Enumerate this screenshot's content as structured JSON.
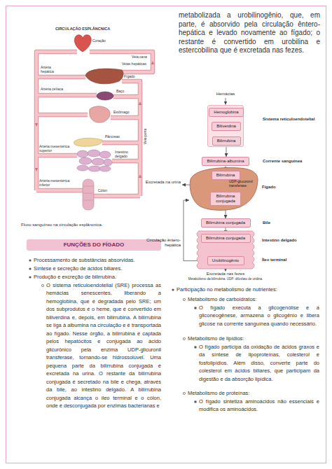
{
  "diagram": {
    "nodes": [
      {
        "text": [
          "Sistema reticuloendotelial"
        ]
      },
      {
        "text": [
          "Hemoglobina"
        ],
        "in": 0
      },
      {
        "text": [
          "Biliverdina"
        ],
        "in": 0
      },
      {
        "text": [
          "Bilirrubina"
        ],
        "in": 0
      },
      {
        "text": [
          "Bilirrubina-albumina",
          "Corrente sanguínea"
        ]
      },
      {
        "text": [
          "Fígado"
        ]
      },
      {
        "text": [
          "Bilirrubina"
        ],
        "in": 5
      },
      {
        "text": [
          "Bilirrubina conjugada"
        ],
        "in": 5
      },
      {
        "text": [
          "Bilirrubina conjugada",
          "Bile"
        ]
      },
      {
        "text": [
          "Intestino delgado"
        ]
      },
      {
        "text": [
          "Bilirrubina conjugada"
        ],
        "in": 9
      },
      {
        "text": [
          "Urobilinogênio"
        ],
        "in": 9
      },
      {
        "text": [
          "FUNÇÕES DO FÍGADO"
        ]
      }
    ],
    "edges": [
      {
        "from": 1,
        "to": 2,
        "arrow": "to"
      },
      {
        "from": 2,
        "to": 3,
        "arrow": "to"
      },
      {
        "from": 3,
        "to": 4,
        "arrow": "to"
      },
      {
        "from": 4,
        "to": 6,
        "arrow": "to"
      },
      {
        "from": 6,
        "to": 7,
        "label": "UDP-glucoronil transferase",
        "arrow": "to"
      },
      {
        "from": 7,
        "to": 8,
        "arrow": "to"
      },
      {
        "from": 8,
        "to": 10,
        "arrow": "to"
      },
      {
        "from": 10,
        "to": 11,
        "arrow": "to"
      },
      {
        "from": 11,
        "to": 5,
        "label": "Circulação êntero-hepática",
        "arrow": "to"
      }
    ],
    "labels": [
      "CIRCULAÇÃO ESPLÂNCNICA",
      "Coração",
      "Veia cava",
      "Veias hepáticas",
      "Artéria hepática",
      "Fígado",
      "Artéria celíaca",
      "Baço",
      "Estômago",
      "Veia porta",
      "Pâncreas",
      "Artéria mesentérica superior",
      "Intestino delgado",
      "Artéria mesentérica inferior",
      "Cólon",
      "Fluxo sanguíneo na circulação esplâncnica.",
      "metabolizada a urobilinogênio, que, em parte, é absorvido pela circulação êntero-hepática e levado novamente ao fígado; o restante é convertido em urobilina e estercobilina que é excretada nas fezes.",
      "Hemácias",
      "Excretada na urina",
      "Íleo terminal",
      "Excretada nas fezes",
      "Metabolismo da bilirrubina. UDP: difosfato de uridina.",
      "Processamento de substâncias absorvidas.",
      "Síntese e secreção de ácidos biliares.",
      "Produção e excreção de bilirrubina.",
      "O sistema reticuloendotelial (SRE) processa as hemácias senescentes, liberando a hemoglobina, que é degradada pelo SRE; um dos subprodutos é o heme, que é convertido em biliverdina e, depois, em bilirrubina. A bilirrubina se liga à albumina na circulação e é transportada ao fígado. Nesse órgão, a bilirrubina é captada pelos hepatócitos e conjugada ao ácido glicurônico pela enzima UDP-glicuronil transferase, tornando-se hidrossolúvel. Uma pequena parte da bilirrubina conjugada é excretada na urina. O restante da bilirrubina conjugada é secretado na bile e chega, através da bile, ao intestino delgado. A bilirrubina conjugada alcança o íleo terminal e o cólon, onde é desconjugada por enzimas bacterianas e",
      "Participação no metabolismo de nutrientes:",
      "Metabolismo de carboidratos:",
      "O fígado executa a glicogenólise e a gliconeogênese, armazena o glicogênio e libera glicose na corrente sanguínea quando necessário.",
      "Metabolismo de lipídios:",
      "O fígado participa da oxidação de ácidos graxos e da síntese de lipoproteínas, colesterol e fosfolipídios. Além disso, converte parte do colesterol em ácidos biliares, que participam da digestão e da absorção lipídica.",
      "Metabolismo de proteínas:",
      "O fígado sintetiza aminoácidos não essenciais e modifica os aminoácidos."
    ]
  }
}
